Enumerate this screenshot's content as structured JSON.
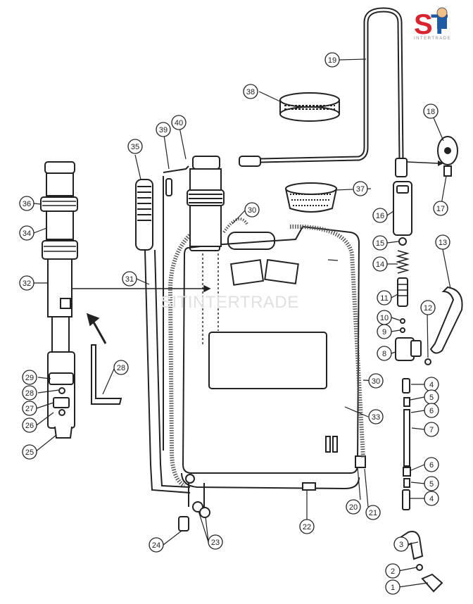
{
  "brand": {
    "logo_letters": "SIT",
    "logo_caption": "INTERTRADE",
    "watermark": "SITINTERTRADE",
    "logo_colors": {
      "red": "#d9232e",
      "blue": "#1f5aa6"
    }
  },
  "callouts": [
    {
      "id": "c1",
      "label": "1"
    },
    {
      "id": "c2",
      "label": "2"
    },
    {
      "id": "c3",
      "label": "3"
    },
    {
      "id": "c4a",
      "label": "4"
    },
    {
      "id": "c5a",
      "label": "5"
    },
    {
      "id": "c6a",
      "label": "6"
    },
    {
      "id": "c7",
      "label": "7"
    },
    {
      "id": "c6b",
      "label": "6"
    },
    {
      "id": "c5b",
      "label": "5"
    },
    {
      "id": "c4b",
      "label": "4"
    },
    {
      "id": "c8",
      "label": "8"
    },
    {
      "id": "c9",
      "label": "9"
    },
    {
      "id": "c10",
      "label": "10"
    },
    {
      "id": "c11",
      "label": "11"
    },
    {
      "id": "c12",
      "label": "12"
    },
    {
      "id": "c13",
      "label": "13"
    },
    {
      "id": "c14",
      "label": "14"
    },
    {
      "id": "c15",
      "label": "15"
    },
    {
      "id": "c16",
      "label": "16"
    },
    {
      "id": "c17",
      "label": "17"
    },
    {
      "id": "c18",
      "label": "18"
    },
    {
      "id": "c19",
      "label": "19"
    },
    {
      "id": "c20",
      "label": "20"
    },
    {
      "id": "c21",
      "label": "21"
    },
    {
      "id": "c22",
      "label": "22"
    },
    {
      "id": "c23",
      "label": "23"
    },
    {
      "id": "c24",
      "label": "24"
    },
    {
      "id": "c25",
      "label": "25"
    },
    {
      "id": "c26",
      "label": "26"
    },
    {
      "id": "c27",
      "label": "27"
    },
    {
      "id": "c28a",
      "label": "28"
    },
    {
      "id": "c28b",
      "label": "28"
    },
    {
      "id": "c29",
      "label": "29"
    },
    {
      "id": "c30a",
      "label": "30"
    },
    {
      "id": "c30b",
      "label": "30"
    },
    {
      "id": "c31",
      "label": "31"
    },
    {
      "id": "c32",
      "label": "32"
    },
    {
      "id": "c33",
      "label": "33"
    },
    {
      "id": "c34",
      "label": "34"
    },
    {
      "id": "c35",
      "label": "35"
    },
    {
      "id": "c36",
      "label": "36"
    },
    {
      "id": "c37",
      "label": "37"
    },
    {
      "id": "c38",
      "label": "38"
    },
    {
      "id": "c39",
      "label": "39"
    },
    {
      "id": "c40",
      "label": "40"
    }
  ]
}
